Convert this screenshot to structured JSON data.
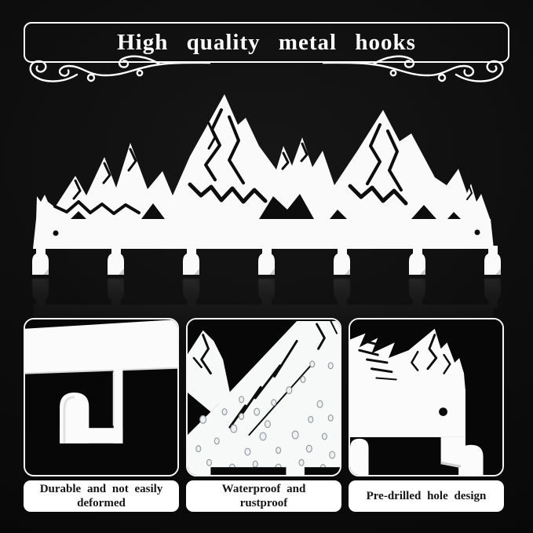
{
  "banner": {
    "title": "High quality metal hooks"
  },
  "product": {
    "type": "mountain silhouette wall hook rack",
    "hook_count": 7,
    "mounting_hole_count": 2
  },
  "features": [
    {
      "id": "durable",
      "caption": "Durable and not easily deformed",
      "art": "hook-closeup"
    },
    {
      "id": "waterproof",
      "caption": "Waterproof and rustproof",
      "art": "mountains-with-waterdrops"
    },
    {
      "id": "pre-drilled",
      "caption": "Pre-drilled hole design",
      "art": "drilled-hole-closeup"
    }
  ],
  "colors": {
    "background": "#0c0c0c",
    "artwork_white": "#fafafa",
    "line_white": "#ffffff",
    "caption_bg": "#ffffff",
    "caption_text": "#151515"
  }
}
